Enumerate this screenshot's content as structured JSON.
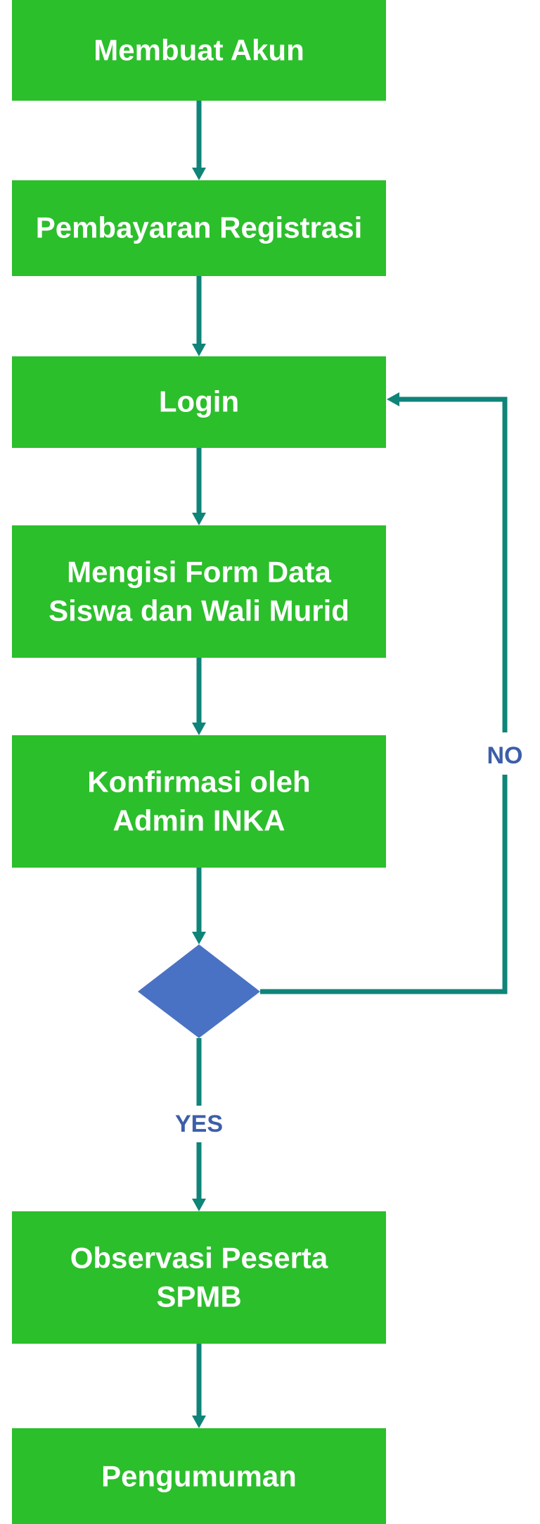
{
  "colors": {
    "box_fill": "#2bbf2b",
    "box_text": "#ffffff",
    "connector": "#0f8478",
    "decision_fill": "#4a72c4",
    "label_text": "#3d5ea8",
    "background": "#ffffff"
  },
  "steps": [
    {
      "lines": [
        "Membuat Akun"
      ]
    },
    {
      "lines": [
        "Pembayaran Registrasi"
      ]
    },
    {
      "lines": [
        "Login"
      ]
    },
    {
      "lines": [
        "Mengisi Form Data",
        "Siswa dan Wali Murid"
      ]
    },
    {
      "lines": [
        "Konfirmasi oleh",
        "Admin INKA"
      ]
    },
    {
      "lines": [
        "Observasi Peserta",
        "SPMB"
      ]
    },
    {
      "lines": [
        "Pengumuman"
      ]
    }
  ],
  "decision": {
    "text": "",
    "yes_label": "YES",
    "no_label": "NO"
  }
}
